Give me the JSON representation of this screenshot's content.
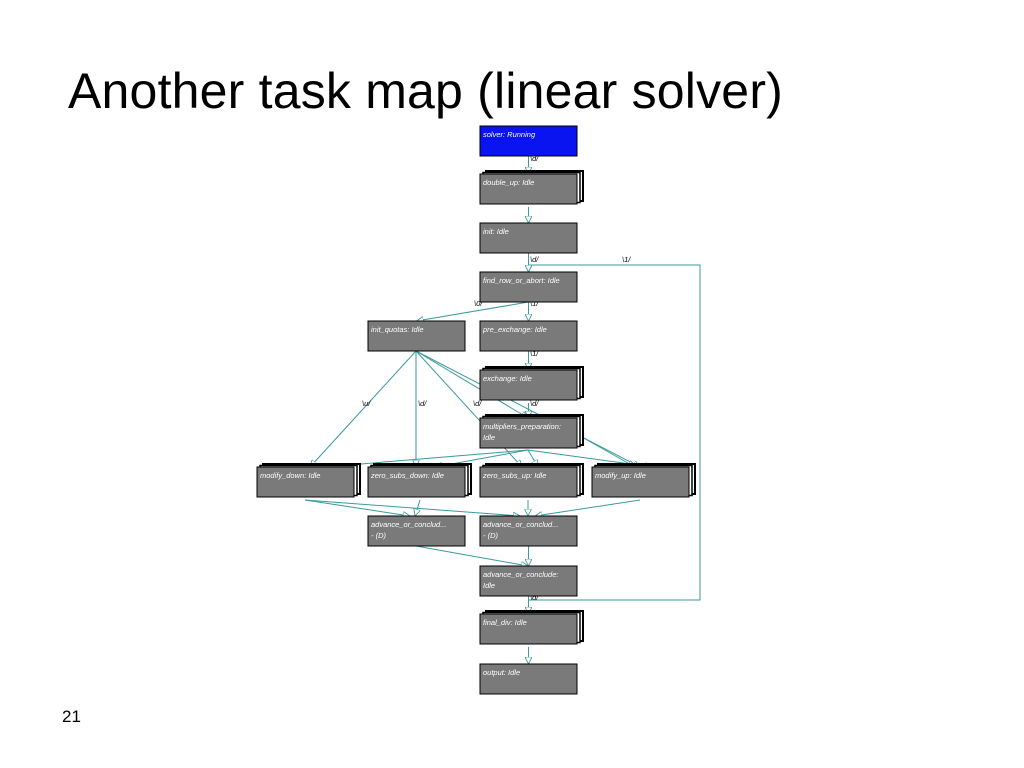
{
  "slide": {
    "title": "Another task map (linear solver)",
    "page_number": "21"
  },
  "colors": {
    "running": "#0a14f0",
    "idle": "#7a7a7a",
    "edge": "#3a9a9e"
  },
  "nodes": [
    {
      "id": "solver",
      "lines": [
        "solver: Running"
      ],
      "state": "running",
      "stacked": false
    },
    {
      "id": "double_up",
      "lines": [
        "double_up: Idle"
      ],
      "state": "idle",
      "stacked": true
    },
    {
      "id": "init",
      "lines": [
        "init: Idle"
      ],
      "state": "idle",
      "stacked": false
    },
    {
      "id": "find_row",
      "lines": [
        "find_row_or_abort: Idle"
      ],
      "state": "idle",
      "stacked": false
    },
    {
      "id": "init_quotas",
      "lines": [
        "init_quotas: Idle"
      ],
      "state": "idle",
      "stacked": false
    },
    {
      "id": "pre_exchange",
      "lines": [
        "pre_exchange: Idle"
      ],
      "state": "idle",
      "stacked": false
    },
    {
      "id": "exchange",
      "lines": [
        "exchange: Idle"
      ],
      "state": "idle",
      "stacked": true
    },
    {
      "id": "multipliers",
      "lines": [
        "multipliers_preparation:",
        "Idle"
      ],
      "state": "idle",
      "stacked": true
    },
    {
      "id": "modify_down",
      "lines": [
        "modify_down: Idle"
      ],
      "state": "idle",
      "stacked": true
    },
    {
      "id": "zero_subs_down",
      "lines": [
        "zero_subs_down: Idle"
      ],
      "state": "idle",
      "stacked": true
    },
    {
      "id": "zero_subs_up",
      "lines": [
        "zero_subs_up: Idle"
      ],
      "state": "idle",
      "stacked": true
    },
    {
      "id": "modify_up",
      "lines": [
        "modify_up: Idle"
      ],
      "state": "idle",
      "stacked": true
    },
    {
      "id": "advance_1",
      "lines": [
        "advance_or_conclud...",
        "- (D)"
      ],
      "state": "idle",
      "stacked": false
    },
    {
      "id": "advance_2",
      "lines": [
        "advance_or_conclud...",
        "- (D)"
      ],
      "state": "idle",
      "stacked": false
    },
    {
      "id": "advance_3",
      "lines": [
        "advance_or_conclude:",
        "Idle"
      ],
      "state": "idle",
      "stacked": false
    },
    {
      "id": "final_div",
      "lines": [
        "final_div: Idle"
      ],
      "state": "idle",
      "stacked": true
    },
    {
      "id": "output",
      "lines": [
        "output: Idle"
      ],
      "state": "idle",
      "stacked": false
    }
  ],
  "edge_labels": [
    "\\d/",
    "\\d/",
    "\\1/",
    "\\0/",
    "\\1/",
    "\\1/",
    "\\0/",
    "\\d/",
    "\\u/",
    "\\d/",
    "\\d/",
    "\\d/"
  ]
}
